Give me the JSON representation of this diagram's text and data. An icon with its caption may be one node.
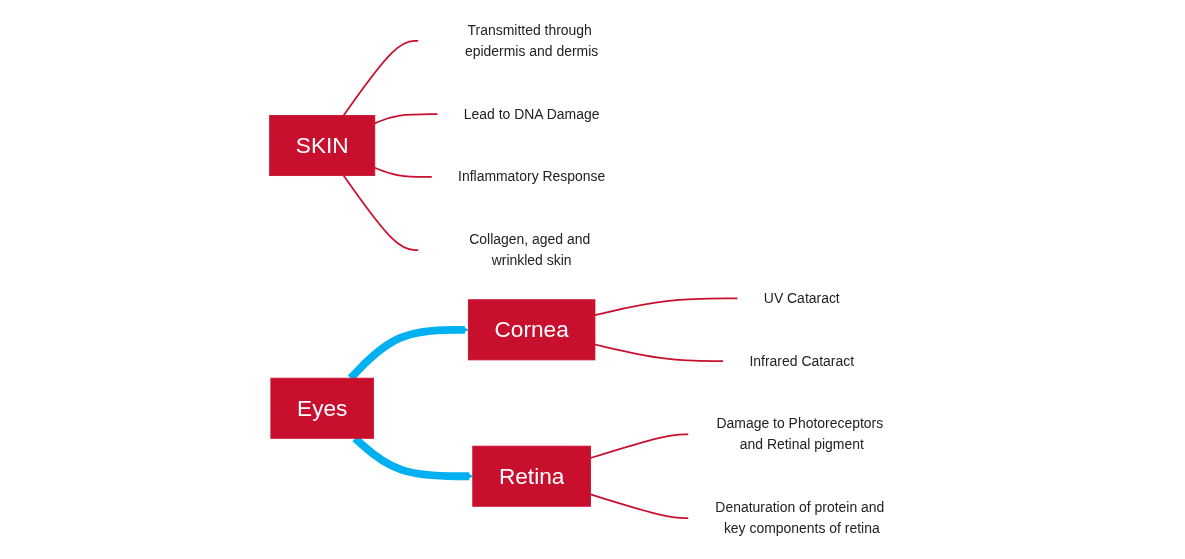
{
  "diagram": {
    "nodes": [
      {
        "text": [
          "SKIN"
        ]
      },
      {
        "text": [
          "Transmitted through epidermis and dermis"
        ]
      },
      {
        "text": [
          "Lead to DNA Damage"
        ]
      },
      {
        "text": [
          "Inflammatory Response"
        ]
      },
      {
        "text": [
          "Collagen, aged and wrinkled skin"
        ]
      },
      {
        "text": [
          "Eyes"
        ]
      },
      {
        "text": [
          "Cornea"
        ]
      },
      {
        "text": [
          "Retina"
        ]
      },
      {
        "text": [
          "UV Cataract"
        ]
      },
      {
        "text": [
          "Infrared Cataract"
        ]
      },
      {
        "text": [
          "Damage to Photoreceptors and Retinal pigment"
        ]
      },
      {
        "text": [
          "Denaturation of protein and key components of retina"
        ]
      }
    ],
    "edges": [
      {
        "from": 0,
        "to": 1,
        "arrow": "none"
      },
      {
        "from": 0,
        "to": 2,
        "arrow": "none"
      },
      {
        "from": 0,
        "to": 3,
        "arrow": "none"
      },
      {
        "from": 0,
        "to": 4,
        "arrow": "none"
      },
      {
        "from": 5,
        "to": 6,
        "arrow": "to",
        "style": "thick",
        "color": "#00b0f0"
      },
      {
        "from": 5,
        "to": 7,
        "arrow": "to",
        "style": "thick",
        "color": "#00b0f0"
      },
      {
        "from": 6,
        "to": 8,
        "arrow": "none"
      },
      {
        "from": 6,
        "to": 9,
        "arrow": "none"
      },
      {
        "from": 7,
        "to": 10,
        "arrow": "none"
      },
      {
        "from": 7,
        "to": 11,
        "arrow": "none"
      }
    ]
  }
}
